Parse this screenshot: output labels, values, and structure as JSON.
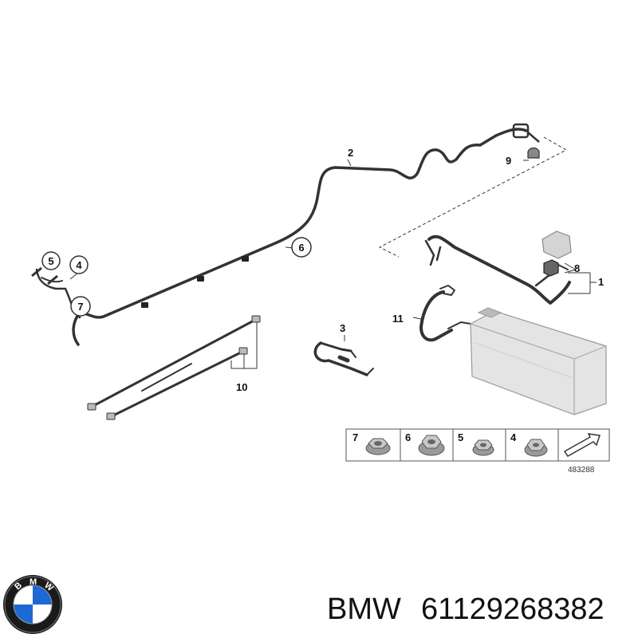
{
  "callouts": {
    "c1": "1",
    "c2": "2",
    "c3": "3",
    "c4": "4",
    "c5": "5",
    "c6": "6",
    "c7": "7",
    "c8": "8",
    "c9": "9",
    "c10": "10",
    "c11": "11"
  },
  "legend": {
    "items": [
      {
        "label": "7"
      },
      {
        "label": "6"
      },
      {
        "label": "5"
      },
      {
        "label": "4"
      }
    ]
  },
  "reference_number": "483288",
  "brand": "BMW",
  "part_number": "61129268382",
  "logo_text": "BMW",
  "colors": {
    "line": "#333333",
    "battery": "#e4e4e4",
    "logo_blue": "#1c69d4"
  }
}
